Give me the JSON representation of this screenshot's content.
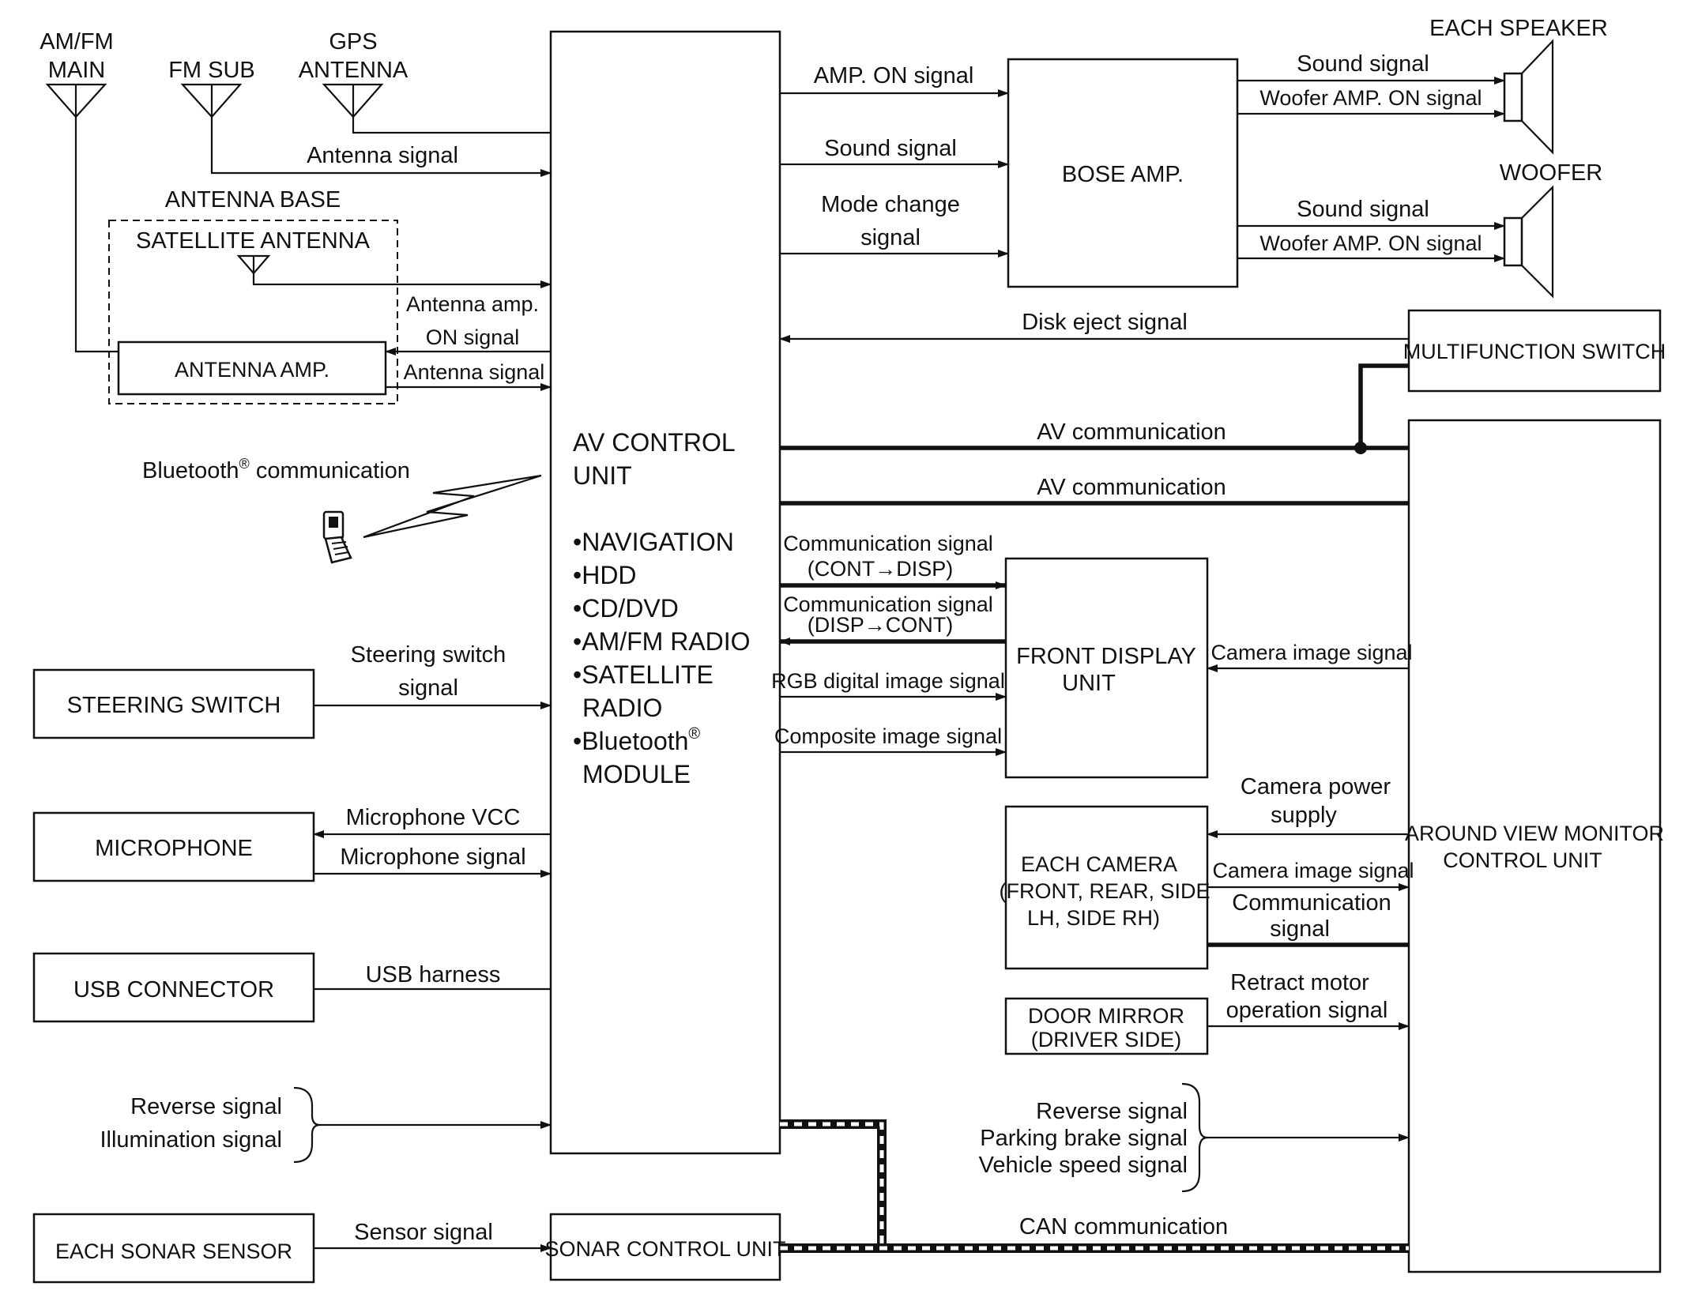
{
  "blocks": {
    "av_control_unit": {
      "title1": "AV CONTROL",
      "title2": "UNIT",
      "items": [
        "•NAVIGATION",
        "•HDD",
        "•CD/DVD",
        "•AM/FM RADIO",
        "•SATELLITE",
        "RADIO",
        "•Bluetooth",
        "MODULE"
      ],
      "reg": "®"
    },
    "bose_amp": "BOSE AMP.",
    "front_display_unit": [
      "FRONT DISPLAY",
      "UNIT"
    ],
    "around_view_monitor": [
      "AROUND VIEW MONITOR",
      "CONTROL UNIT"
    ],
    "multifunction_switch": "MULTIFUNCTION SWITCH",
    "each_camera": [
      "EACH CAMERA",
      "(FRONT, REAR, SIDE",
      "LH, SIDE RH)"
    ],
    "door_mirror": [
      "DOOR MIRROR",
      "(DRIVER SIDE)"
    ],
    "steering_switch": "STEERING SWITCH",
    "microphone": "MICROPHONE",
    "usb_connector": "USB CONNECTOR",
    "each_sonar_sensor": "EACH SONAR SENSOR",
    "sonar_control_unit": "SONAR CONTROL UNIT",
    "antenna_amp": "ANTENNA AMP.",
    "antenna_base": "ANTENNA BASE",
    "satellite_antenna": "SATELLITE ANTENNA",
    "am_fm_main": [
      "AM/FM",
      "MAIN"
    ],
    "fm_sub": "FM SUB",
    "gps_antenna": [
      "GPS",
      "ANTENNA"
    ],
    "each_speaker": "EACH SPEAKER",
    "woofer": "WOOFER"
  },
  "signals": {
    "antenna_signal": "Antenna signal",
    "antenna_amp_on": [
      "Antenna amp.",
      "ON signal"
    ],
    "antenna_signal_2": "Antenna signal",
    "bluetooth_comm": {
      "text1": "Bluetooth",
      "reg": "®",
      "text2": " communication"
    },
    "amp_on": "AMP. ON signal",
    "sound_signal_amp": "Sound signal",
    "mode_change": [
      "Mode change",
      "signal"
    ],
    "sound_signal_speaker": "Sound signal",
    "woofer_amp_on_speaker": "Woofer AMP. ON signal",
    "sound_signal_woofer": "Sound signal",
    "woofer_amp_on_woofer": "Woofer AMP. ON signal",
    "disk_eject": "Disk eject signal",
    "av_comm_1": "AV communication",
    "av_comm_2": "AV communication",
    "comm_cont_disp": [
      "Communication signal",
      "(CONT→DISP)"
    ],
    "comm_disp_cont": [
      "Communication signal",
      "(DISP→CONT)"
    ],
    "rgb_digital": "RGB digital image signal",
    "composite_image": "Composite image signal",
    "camera_image_display": "Camera image signal",
    "camera_power": [
      "Camera power",
      "supply"
    ],
    "camera_image_avm": "Camera image signal",
    "communication_signal": [
      "Communication",
      "signal"
    ],
    "retract_motor": [
      "Retract motor",
      "operation signal"
    ],
    "steering_switch_signal": [
      "Steering switch",
      "signal"
    ],
    "microphone_vcc": "Microphone VCC",
    "microphone_signal": "Microphone signal",
    "usb_harness": "USB harness",
    "reverse_signal_av": "Reverse signal",
    "illumination_signal": "Illumination signal",
    "reverse_signal_avm": "Reverse signal",
    "parking_brake": "Parking brake signal",
    "vehicle_speed": "Vehicle speed signal",
    "sensor_signal": "Sensor signal",
    "can_comm": "CAN communication"
  }
}
